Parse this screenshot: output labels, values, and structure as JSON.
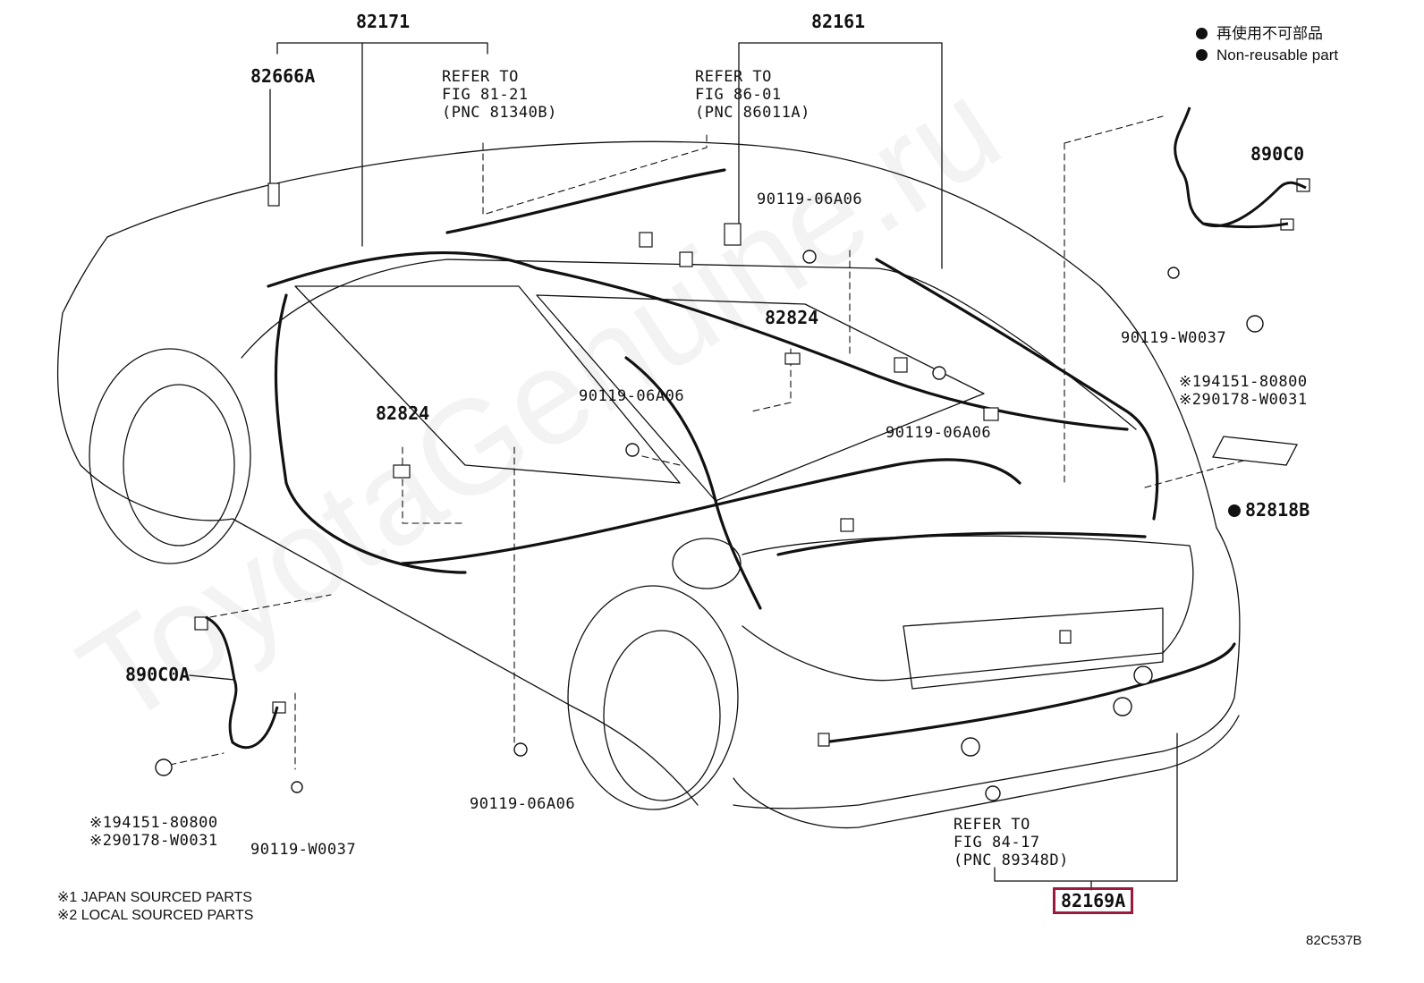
{
  "legend": {
    "jp": "再使用不可部品",
    "en": "Non-reusable part"
  },
  "parts": {
    "p82171": "82171",
    "p82161": "82161",
    "p82666A": "82666A",
    "p890C0": "890C0",
    "p82824_center": "82824",
    "p82824_left": "82824",
    "p82818B": "82818B",
    "p890C0A": "890C0A",
    "p82169A": "82169A"
  },
  "refs": {
    "r1": [
      "REFER TO",
      "FIG 81-21",
      "(PNC 81340B)"
    ],
    "r2": [
      "REFER TO",
      "FIG 86-01",
      "(PNC 86011A)"
    ],
    "r3": [
      "REFER TO",
      "FIG 84-17",
      "(PNC 89348D)"
    ]
  },
  "bolts": {
    "b_top": "90119-06A06",
    "b_mid_left": "90119-06A06",
    "b_mid_right": "90119-06A06",
    "b_bottom": "90119-06A06",
    "w_right": "90119-W0037",
    "w_left": "90119-W0037"
  },
  "clips": {
    "right": [
      "※194151-80800",
      "※290178-W0031"
    ],
    "left": [
      "※194151-80800",
      "※290178-W0031"
    ]
  },
  "footnotes": [
    "※1 JAPAN SOURCED PARTS",
    "※2 LOCAL SOURCED PARTS"
  ],
  "figure_code": "82C537B",
  "watermark": "ToyotaGenuine.ru",
  "colors": {
    "line": "#111111",
    "highlight": "#9b1b3c"
  }
}
